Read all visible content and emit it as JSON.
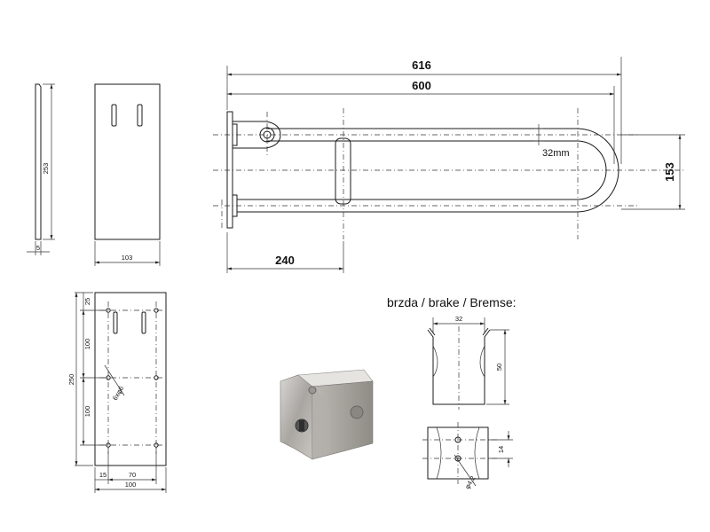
{
  "dimensions": {
    "overall_length": "616",
    "bar_length": "600",
    "tube_offset": "32mm",
    "height": "153",
    "brake_offset": "240",
    "plate_side_height": "253",
    "plate_side_thickness": "5",
    "plate_width": "103",
    "plate_dim_top": "25",
    "plate_dim_upper": "100",
    "plate_dim_lower": "100",
    "plate_dim_total": "250",
    "plate_hole_dia": "6xφ6",
    "plate_dim_left": "15",
    "plate_dim_span": "70",
    "plate_dim_width": "100"
  },
  "brake": {
    "title": "brzda / brake / Bremse:",
    "width": "32",
    "height": "50",
    "hole_spacing": "14",
    "hole_dia": "φ4,2"
  }
}
